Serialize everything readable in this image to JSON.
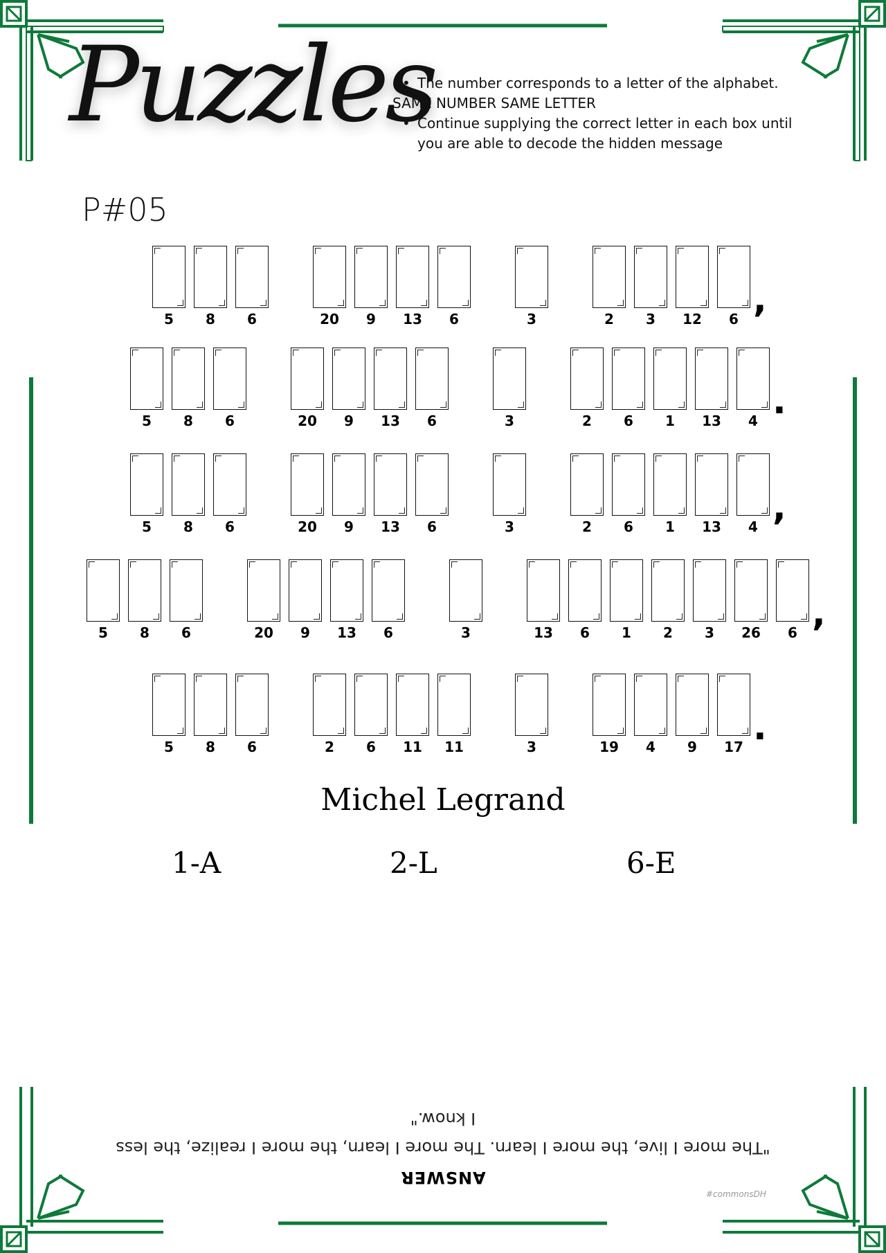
{
  "header": {
    "title": "Puzzles",
    "rules": [
      "The number corresponds to a letter of the alphabet.",
      "SAME NUMBER SAME LETTER",
      "Continue supplying the correct letter in each box until you are   able to decode the hidden message"
    ]
  },
  "puzzle_id": "P#05",
  "lines": [
    {
      "words": [
        [
          5,
          8,
          6
        ],
        [
          20,
          9,
          13,
          6
        ],
        [
          3
        ],
        [
          2,
          3,
          12,
          6
        ]
      ],
      "punct": ","
    },
    {
      "words": [
        [
          5,
          8,
          6
        ],
        [
          20,
          9,
          13,
          6
        ],
        [
          3
        ],
        [
          2,
          6,
          1,
          13,
          4
        ]
      ],
      "punct": "."
    },
    {
      "words": [
        [
          5,
          8,
          6
        ],
        [
          20,
          9,
          13,
          6
        ],
        [
          3
        ],
        [
          2,
          6,
          1,
          13,
          4
        ]
      ],
      "punct": ","
    },
    {
      "words": [
        [
          5,
          8,
          6
        ],
        [
          20,
          9,
          13,
          6
        ],
        [
          3
        ],
        [
          13,
          6,
          1,
          2,
          3,
          26,
          6
        ]
      ],
      "punct": ","
    },
    {
      "words": [
        [
          5,
          8,
          6
        ],
        [
          2,
          6,
          11,
          11
        ],
        [
          3
        ],
        [
          19,
          4,
          9,
          17
        ]
      ],
      "punct": "."
    }
  ],
  "author": "Michel Legrand",
  "key_hints": [
    "1-A",
    "2-L",
    "6-E"
  ],
  "answer": {
    "heading": "ANSWER",
    "text": "\"The more I live, the more I learn. The more I learn, the more I realize, the less I know.\""
  },
  "signature": "#commonsDH",
  "colors": {
    "frame": "#0e7a3a",
    "ink": "#111111"
  }
}
